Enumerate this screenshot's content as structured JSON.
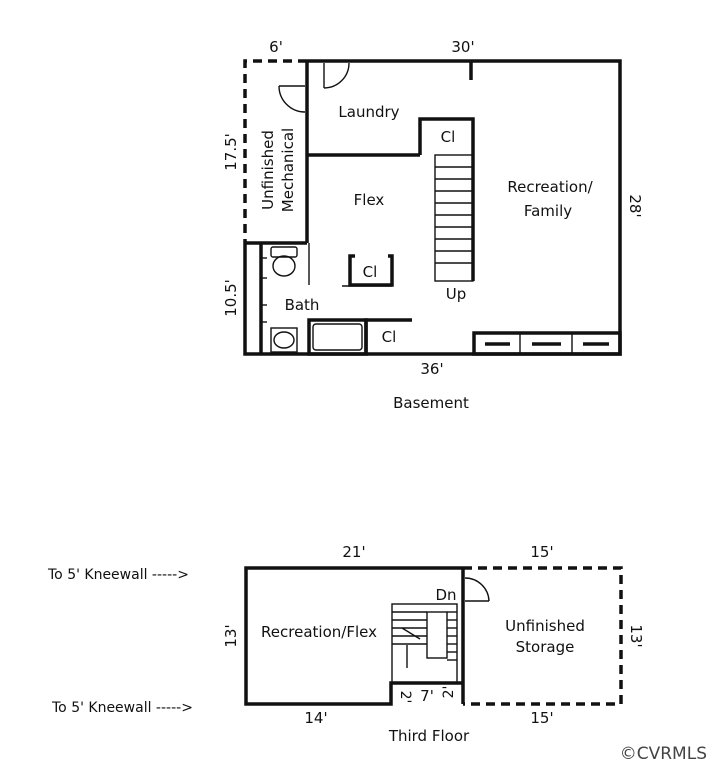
{
  "basement": {
    "title": "Basement",
    "dims": {
      "top_left": "6'",
      "top_main": "30'",
      "left_upper": "17.5'",
      "left_lower": "10.5'",
      "right": "28'",
      "bottom": "36'"
    },
    "rooms": {
      "mechanical_line1": "Unfinished",
      "mechanical_line2": "Mechanical",
      "laundry": "Laundry",
      "closet_laundry": "Cl",
      "flex": "Flex",
      "closet_flex": "Cl",
      "closet_bath": "Cl",
      "bath": "Bath",
      "stairs_up": "Up",
      "recreation_line1": "Recreation/",
      "recreation_line2": "Family"
    }
  },
  "third_floor": {
    "title": "Third Floor",
    "dims": {
      "top_left": "21'",
      "top_right": "15'",
      "left": "13'",
      "right": "13'",
      "bottom_left": "14'",
      "bottom_right": "15'",
      "notch_left": "2'",
      "notch_mid": "7'",
      "notch_right": "2'"
    },
    "rooms": {
      "recreation_flex": "Recreation/Flex",
      "storage_line1": "Unfinished",
      "storage_line2": "Storage",
      "stairs_down": "Dn"
    },
    "kneewall_top": "To 5' Kneewall ----->",
    "kneewall_bottom": "To 5' Kneewall ----->"
  },
  "copyright": "©CVRMLS"
}
